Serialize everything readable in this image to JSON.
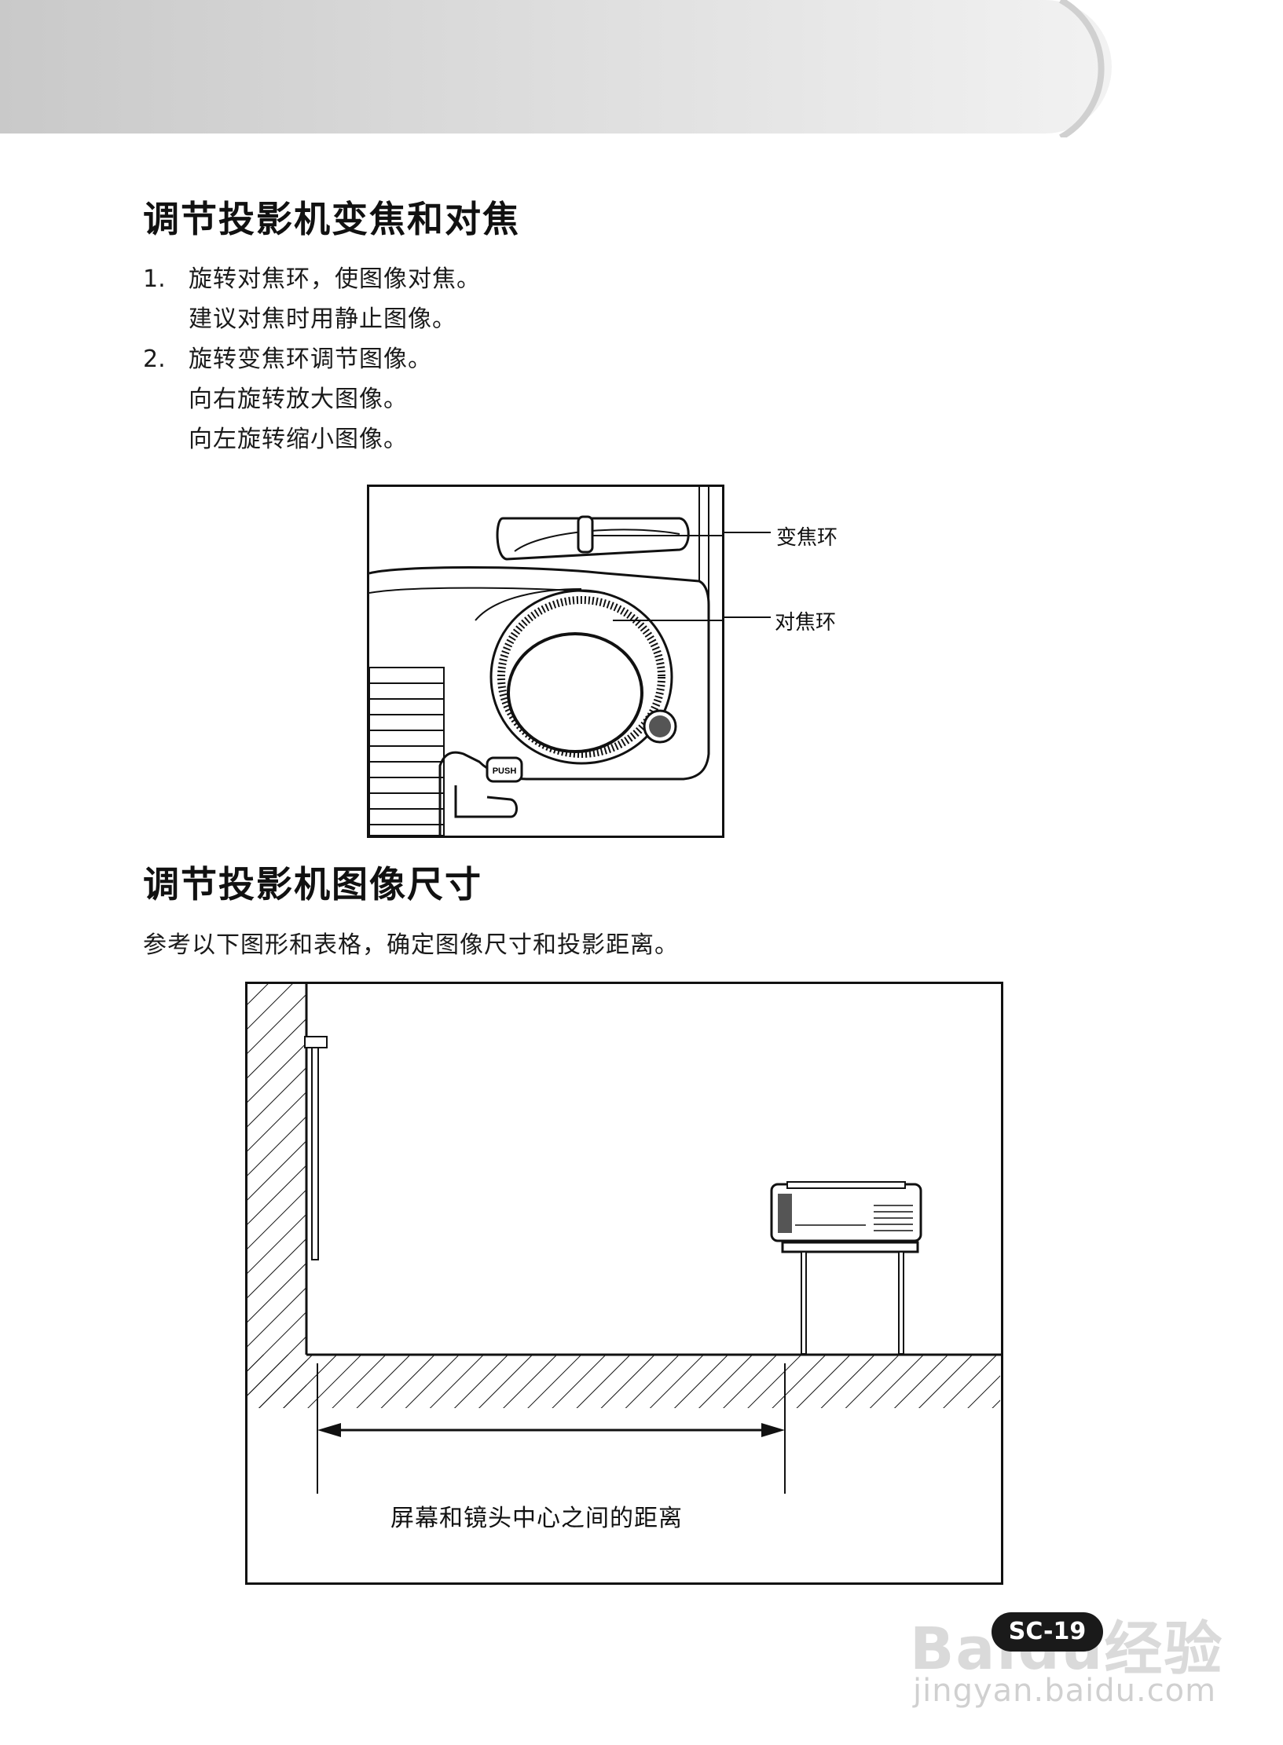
{
  "section1": {
    "title": "调节投影机变焦和对焦",
    "steps": [
      {
        "num": "1.",
        "lines": [
          "旋转对焦环，使图像对焦。",
          "建议对焦时用静止图像。"
        ]
      },
      {
        "num": "2.",
        "lines": [
          "旋转变焦环调节图像。",
          "向右旋转放大图像。",
          "向左旋转缩小图像。"
        ]
      }
    ],
    "figure": {
      "zoom_ring_label": "变焦环",
      "focus_ring_label": "对焦环",
      "push_label": "PUSH"
    }
  },
  "section2": {
    "title": "调节投影机图像尺寸",
    "intro": "参考以下图形和表格，确定图像尺寸和投影距离。",
    "figure": {
      "distance_label": "屏幕和镜头中心之间的距离"
    }
  },
  "footer": {
    "page_badge": "SC-19",
    "watermark_main": "Baidu经验",
    "watermark_sub": "jingyan.baidu.com"
  }
}
